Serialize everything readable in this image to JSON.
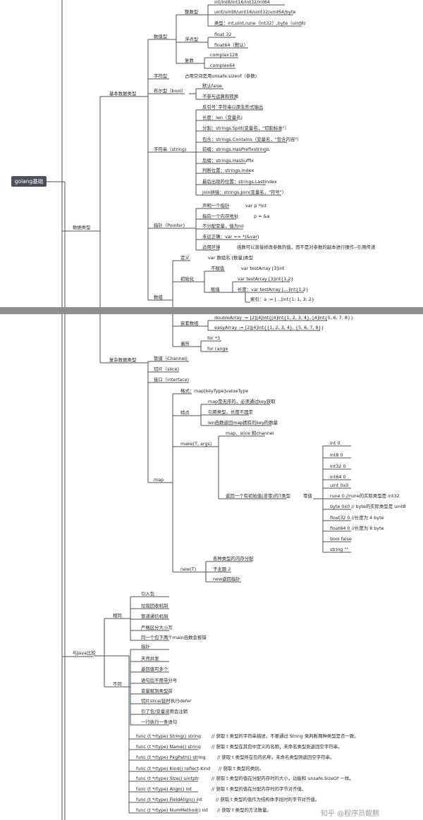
{
  "root": "golang基础",
  "watermark": "知乎 @程序员鲲鹏",
  "tree": {
    "data_types": "数据类型",
    "basic": "基本数据类型",
    "numeric": "数值型",
    "integer": "整数型",
    "int_a": "int/int8/int16/int32/int64",
    "int_b": "uint/uint8/uint16/uint32/uint64/byte",
    "int_c": "类型：int,uint,rune（int32）,byte（uint8)",
    "float": "浮点型",
    "f32": "float 32",
    "f64": "float64（默认）",
    "complex": "复数",
    "c128": "complex128",
    "c64": "complex64",
    "char": "字符型",
    "char_note": "占用空间是用unsafe.sizeof（参数)",
    "bool": "布尔型（bool）",
    "bool_a": "默认false",
    "bool_b": "不参与运算和转换",
    "string": "字符串（string)",
    "s1": "反引号`字符串以原生形式输出",
    "s2": "长度：len（变量名)",
    "s3": "分割：strings.Split(变量名，\"切割标准\"）",
    "s4": "包含：strings.Contains（变量名，\"包含内容\"）",
    "s5": "前缀：strings.HasPrefixstrings.",
    "s6": "后缀：strings.HasSuffix",
    "s7": "判断位置：strings.Index",
    "s8": "最后出现的位置：strings.LastIndex",
    "s9": "join拼接：strings.Join(变量名，\"符号\"）",
    "pointer": "指针（Pointer)",
    "p1": "声明一个指针",
    "p1v": "var p *int",
    "p2": "指向一个内存地址",
    "p2v": "p = &a",
    "p3": "不分配变量，值为nil",
    "p4": "永远正确：var == *(&var)",
    "p5": "适用环境",
    "p5v": "函数可以直接修改参数的值，而不是对参数的副本进行操作--引用传递",
    "array": "数组",
    "a_def": "定义",
    "a_defv": "var 数组名 [数量]类型",
    "a_init": "初始化",
    "a_nov": "不赋值",
    "a_novv": "var testArray [3]int",
    "a_set": "赋值",
    "a_setv": "var testArray [3]int{1,2}",
    "a_len": "长度：var testArray [...]int{1,2}",
    "a_idx": "索引：a := [...]int{1: 1, 3: 2}",
    "nested": "嵌套数组",
    "n1": "doubleArray := [2][4]int{[4]int{1, 2, 3, 4}, [4]int{5, 6, 7, 8}}",
    "n2": "easyArray := [2][4]int{{1, 2, 3, 4}, {5, 6, 7, 8}}",
    "traverse": "遍历",
    "t1": "for *3",
    "t2": "for range",
    "composite": "复杂数据类型",
    "channel": "管道（Channel)",
    "slice": "切片（slice)",
    "iface": "接口（interface)",
    "map": "map",
    "m_fmt": "格式：",
    "m_fmtv": "map[keyType]valueType",
    "m_feat": "特点",
    "m_f1": "map是无序的，必须通过key获取",
    "m_f2": "引用类型，长度不固定",
    "m_f3": "len函数返回map拥有的key的数量",
    "m_make": "make(T, args)",
    "m_mk1": "map、slice 和channel",
    "m_mk2": "返回一个有初始值(非零)的T类型",
    "m_zero": "零值",
    "z": [
      "int 0",
      "int8 0",
      "int32 0",
      "int64 0",
      "uint 0x0",
      "rune 0 //rune的实际类型是 int32",
      "byte 0x0 // byte的实际类型是 uint8",
      "float32 0 //长度为 4 byte",
      "float64 0 //长度为 8 byte",
      "bool false",
      "string \"\""
    ],
    "m_new": "new(T)",
    "m_n1": "各种类型的内存分配",
    "m_n2": "子主题 2",
    "m_n3": "new返回指针",
    "java": "与Java比较",
    "same": "相同",
    "sm": [
      "引入包",
      "垃圾回收机制",
      "管道通信机制",
      "严格区分大小写",
      "同一个包下两个main函数会报错"
    ],
    "diff": "不同",
    "df": [
      "指针",
      "天然并发",
      "返回值可多个",
      "语句后不用带分号",
      "变量赋到类型前",
      "切片slice/延时执行defer",
      "引了包/变量没用会注销",
      "一行执行一条语句"
    ],
    "fn": [
      [
        "func (t *rtype) String() string",
        "// 获取 t 类型的字符串描述，不要通过 String 来判断两种类型是否一致。"
      ],
      [
        "func (t *rtype) Name() string",
        "// 获取 t 类型在其包中定义的名称，未命名类型则返回空字符串。"
      ],
      [
        "func (t *rtype) PkgPath() string",
        "// 获取 t 类型所在包的名称，未命名类型则返回空字符串。"
      ],
      [
        "func (t *rtype) Kind() reflect.Kind",
        "// 获取 t 类型的类别。"
      ],
      [
        "func (t *rtype) Size() uintptr",
        "// 获取 t 类型的值在分配内存时的大小，功能和 unsafe.SizeOf 一样。"
      ],
      [
        "func (t *rtype) Align() int",
        "// 获取 t 类型的值在分配内存时的字节对齐值。"
      ],
      [
        "func (t *rtype) FieldAlign() int",
        "// 获取 t 类型的值作为结构体字段时的字节对齐值。"
      ],
      [
        "func (t *rtype) NumMethod() int",
        "// 获取 t 类型的方法数量。"
      ]
    ]
  }
}
